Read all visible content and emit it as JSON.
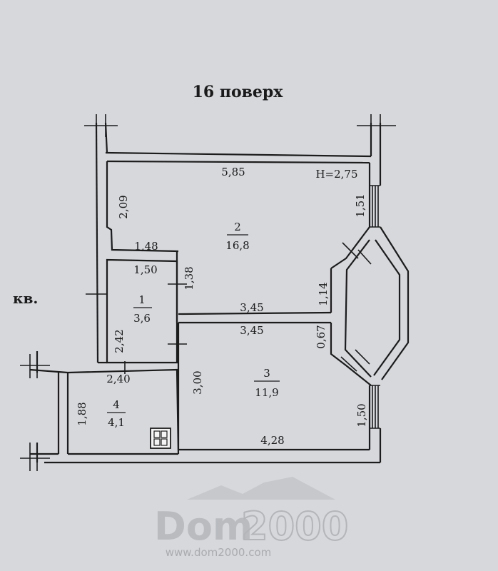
{
  "floor_title": "16 поверх",
  "apartment_label": "кв.",
  "ceiling_height": "H=2,75",
  "rooms": [
    {
      "number": "1",
      "area": "3,6"
    },
    {
      "number": "2",
      "area": "16,8"
    },
    {
      "number": "3",
      "area": "11,9"
    },
    {
      "number": "4",
      "area": "4,1"
    }
  ],
  "dimensions": {
    "top_width": "5,85",
    "left_upper": "2,09",
    "notch": "1,48",
    "hall_width": "1,50",
    "hall_door": "1,38",
    "window_upper": "1,51",
    "bay_upper": "1,14",
    "partition_top": "3,45",
    "partition_bottom": "3,45",
    "bay_lower": "0,67",
    "hall_height": "2,42",
    "bath_width": "2,40",
    "room3_left": "3,00",
    "bath_height": "1,88",
    "window_lower": "1,50",
    "bottom_width": "4,28"
  },
  "watermark": {
    "brand_part1": "Dom",
    "brand_part2": "2000",
    "url": "www.dom2000.com"
  }
}
